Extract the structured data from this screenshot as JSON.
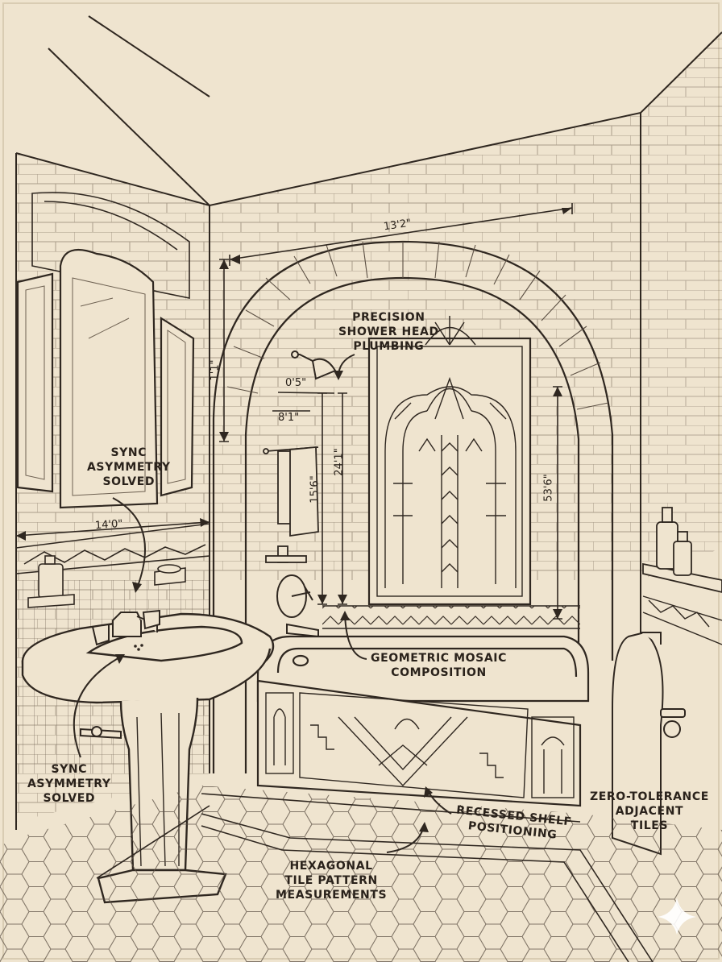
{
  "colors": {
    "paper": "#efe4cf",
    "ink": "#2f2720",
    "light_ink": "#6e6152"
  },
  "dimensions": {
    "width_top": "13'2\"",
    "left_wall": "14'0\"",
    "vertical_left": "1'1\"",
    "head_offset": "0'5\"",
    "arm_offset": "8'1\"",
    "drop_a": "15'6\"",
    "drop_b": "24'1\"",
    "panel_height": "53'6\""
  },
  "annotations": {
    "shower_head": [
      "PRECISION",
      "SHOWER HEAD",
      "PLUMBING"
    ],
    "sync_top": [
      "SYNC",
      "ASYMMETRY",
      "SOLVED"
    ],
    "sync_bottom": [
      "SYNC",
      "ASYMMETRY",
      "SOLVED"
    ],
    "mosaic": [
      "GEOMETRIC MOSAIC",
      "COMPOSITION"
    ],
    "recessed": [
      "RECESSED SHELF",
      "POSITIONING"
    ],
    "hexagonal": [
      "HEXAGONAL",
      "TILE PATTERN",
      "MEASUREMENTS"
    ],
    "zero_tolerance": [
      "ZERO-TOLERANCE",
      "ADJACENT",
      "TILES"
    ]
  },
  "watermark_icon": "sparkle-icon"
}
